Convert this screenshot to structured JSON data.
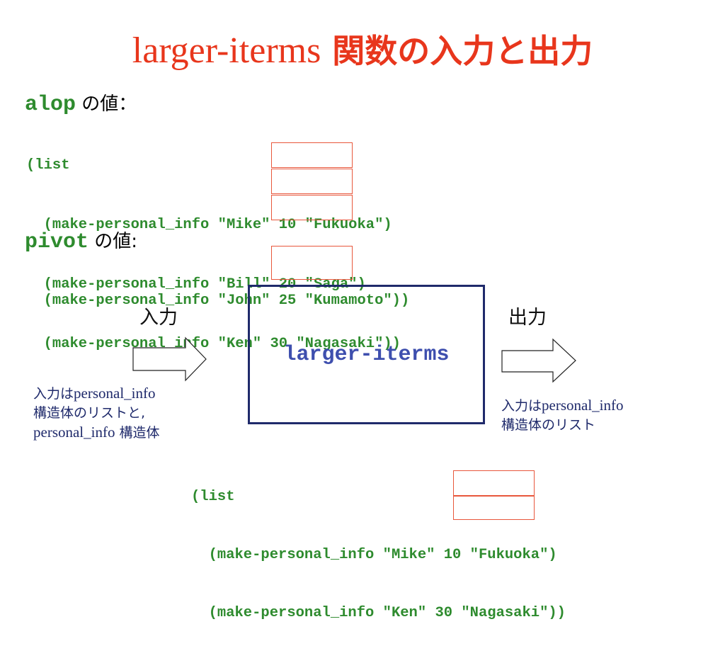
{
  "title": {
    "latin": "larger-iterms",
    "jp": "関数の入力と出力"
  },
  "alop": {
    "name": "alop",
    "suffix": "の値：",
    "lines": [
      "(list",
      "  (make-personal_info \"Mike\" 10 \"Fukuoka\")",
      "  (make-personal_info \"Bill\" 20 \"Saga\")",
      "  (make-personal_info \"Ken\" 30 \"Nagasaki\"))"
    ]
  },
  "pivot": {
    "name": "pivot",
    "suffix": "の値:",
    "lines": [
      "  (make-personal_info \"John\" 25 \"Kumamoto\"))"
    ]
  },
  "input_label": "入力",
  "output_label": "出力",
  "function_box": "larger-iterms",
  "input_note": {
    "line1_jp": "入力は",
    "line1_en": "personal_info",
    "line2": "構造体のリストと,",
    "line3_en": "personal_info",
    "line3_jp": " 構造体"
  },
  "output_note": {
    "line1_jp": "入力は",
    "line1_en": "personal_info",
    "line2": "構造体のリスト"
  },
  "result": {
    "lines": [
      "(list",
      "  (make-personal_info \"Mike\" 10 \"Fukuoka\")",
      "  (make-personal_info \"Ken\" 30 \"Nagasaki\"))"
    ]
  },
  "colors": {
    "title": "#e8361c",
    "code": "#2e8b2e",
    "box": "#1f2a6b",
    "highlight": "#e8573c"
  }
}
